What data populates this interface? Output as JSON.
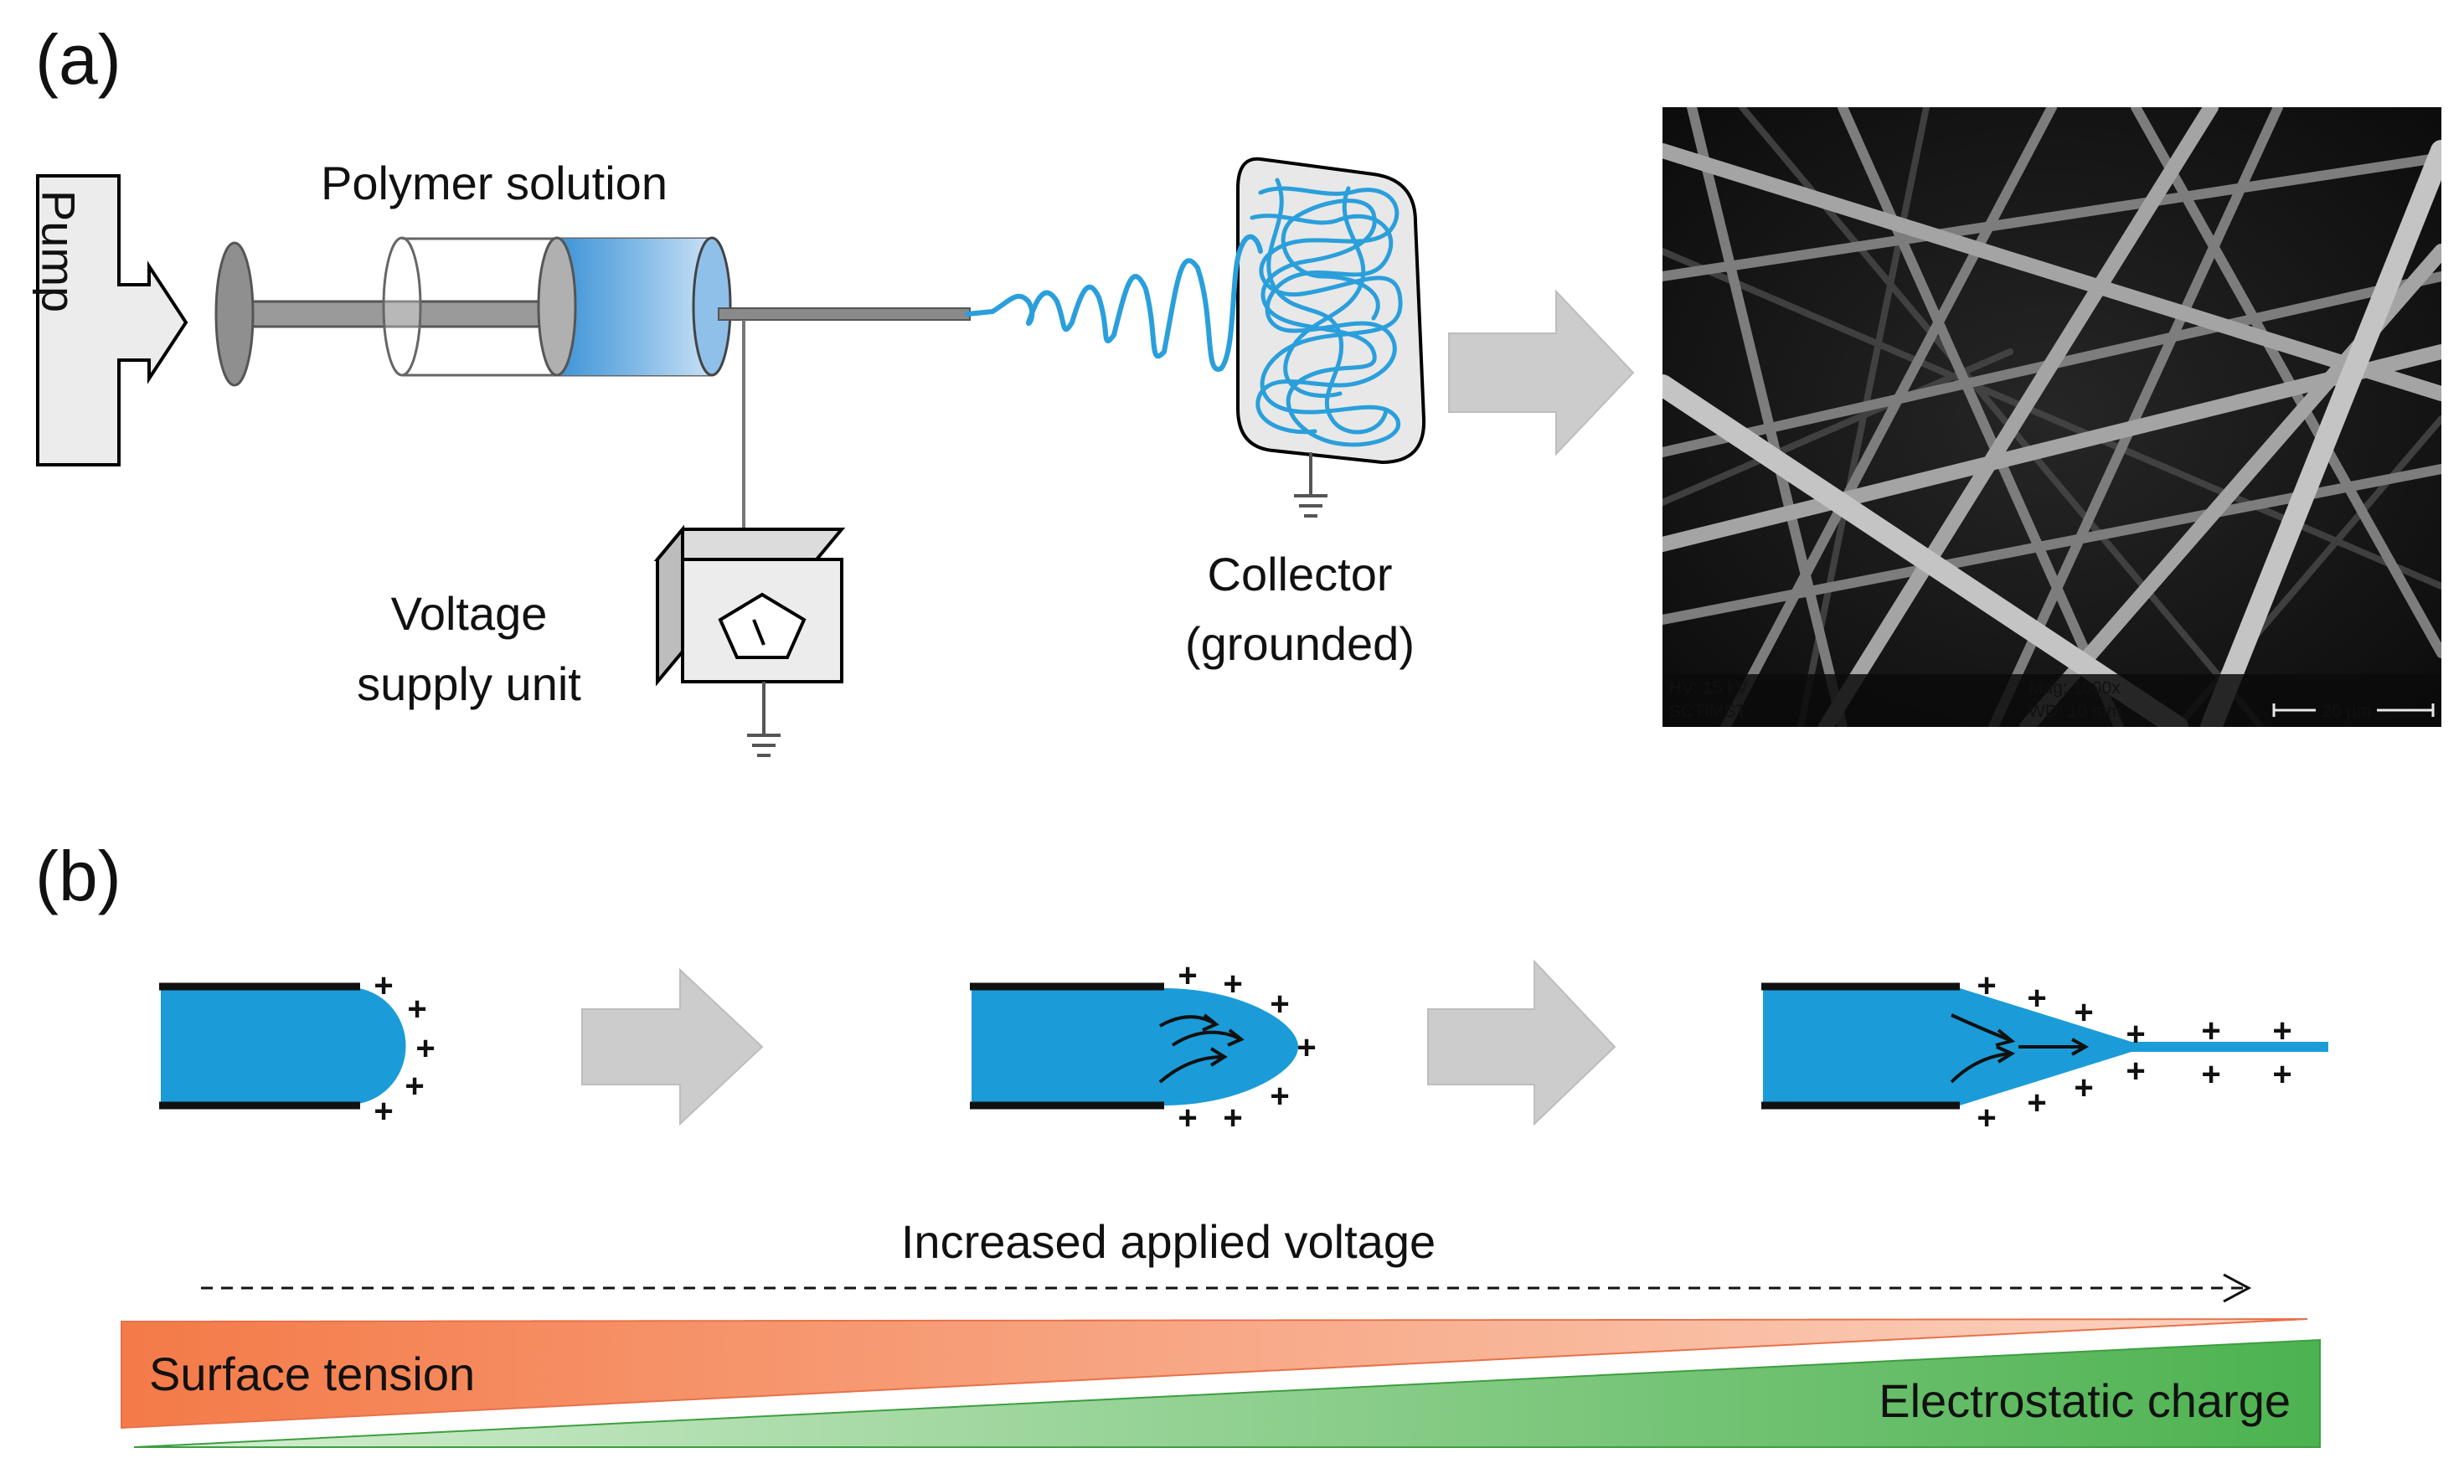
{
  "panels": {
    "a": "(a)",
    "b": "(b)"
  },
  "setup": {
    "pump": "Pump",
    "polymer_solution": "Polymer solution",
    "voltage_line1": "Voltage",
    "voltage_line2": "supply unit",
    "collector_line1": "Collector",
    "collector_line2": "(grounded)"
  },
  "sem_image": {
    "hv": "HV: 15 kV",
    "institution": "SCTIMST",
    "mag": "Mag: 1000x",
    "wd": "WD: 10 mm",
    "scale": "20 µm"
  },
  "voltage_axis": {
    "label": "Increased applied voltage"
  },
  "forces": {
    "surface_tension": "Surface tension",
    "electrostatic_charge": "Electrostatic charge"
  },
  "colors": {
    "solution": "#1b9cd8",
    "fiber": "#2a9fdb",
    "arrow_gray": "#cccccc",
    "surface_tension": "#f58a5c",
    "electrostatic": "#5cbf5c",
    "sem_background": "#161616"
  }
}
